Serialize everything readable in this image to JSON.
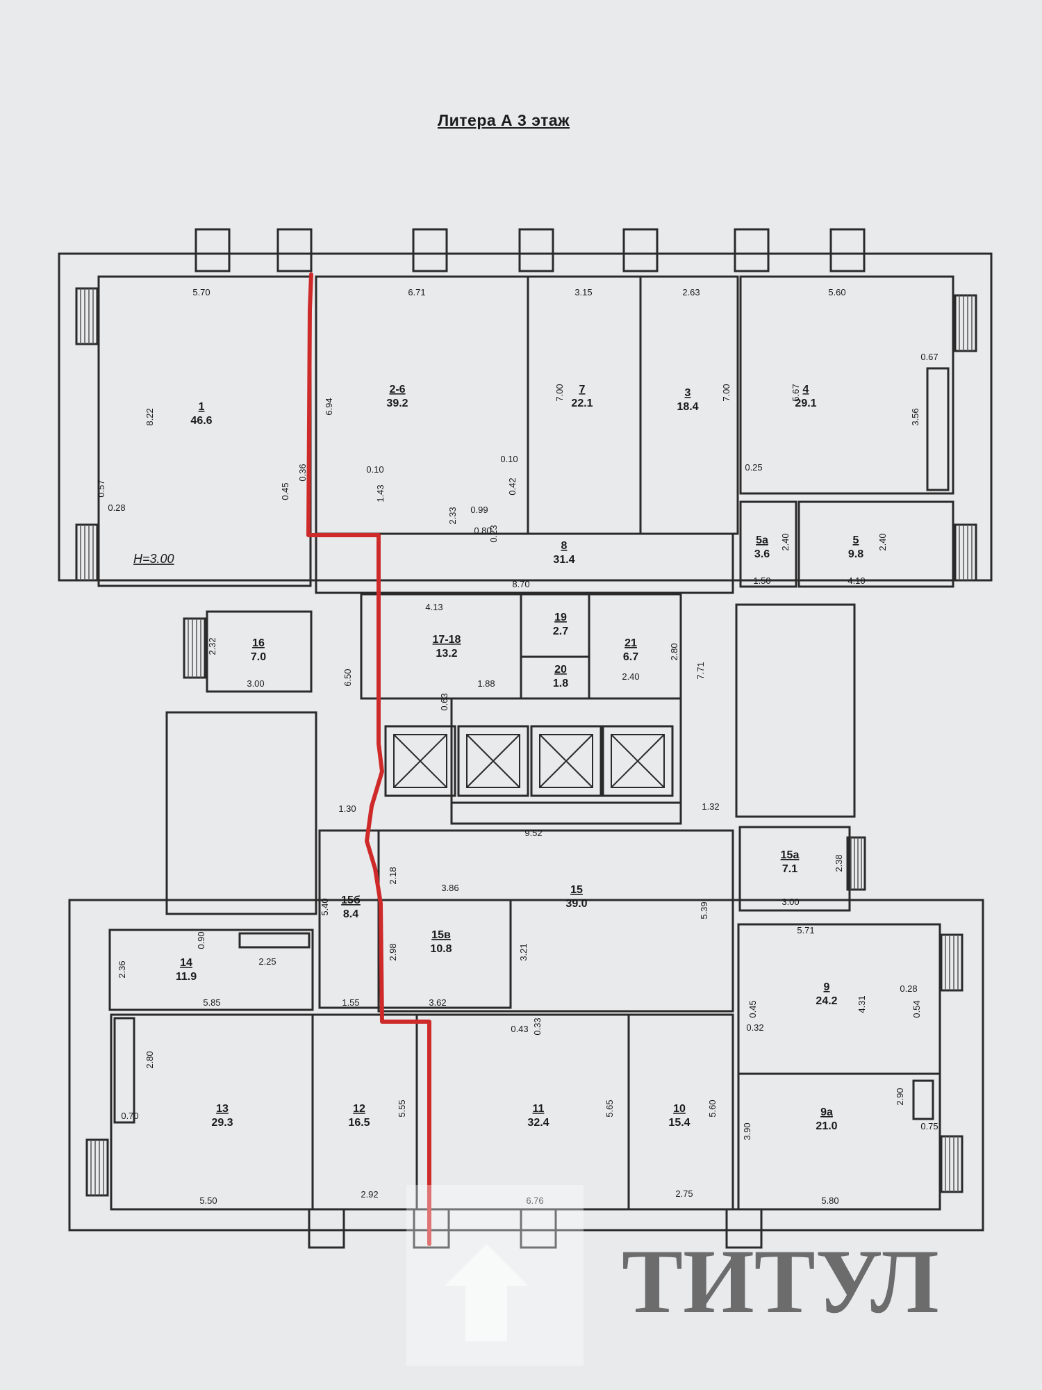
{
  "title": "Литера А 3 этаж",
  "colors": {
    "paper": "#e9eaec",
    "wall": "#2a2a2a",
    "route": "#cf2a2a",
    "watermark": "#ffffff"
  },
  "watermark": {
    "text": "ТИТУЛ",
    "logo": "titul-logo-icon"
  },
  "height_note": "H=3.00",
  "rooms": [
    {
      "id": "r1",
      "num": "1",
      "area": "46.6"
    },
    {
      "id": "r2",
      "num": "2-6",
      "area": "39.2"
    },
    {
      "id": "r7",
      "num": "7",
      "area": "22.1"
    },
    {
      "id": "r3",
      "num": "3",
      "area": "18.4"
    },
    {
      "id": "r4",
      "num": "4",
      "area": "29.1"
    },
    {
      "id": "r5a",
      "num": "5а",
      "area": "3.6"
    },
    {
      "id": "r5",
      "num": "5",
      "area": "9.8"
    },
    {
      "id": "r8",
      "num": "8",
      "area": "31.4"
    },
    {
      "id": "r16",
      "num": "16",
      "area": "7.0"
    },
    {
      "id": "r17",
      "num": "17-18",
      "area": "13.2"
    },
    {
      "id": "r19",
      "num": "19",
      "area": "2.7"
    },
    {
      "id": "r20",
      "num": "20",
      "area": "1.8"
    },
    {
      "id": "r21",
      "num": "21",
      "area": "6.7"
    },
    {
      "id": "r15a",
      "num": "15а",
      "area": "7.1"
    },
    {
      "id": "r15",
      "num": "15",
      "area": "39.0"
    },
    {
      "id": "r15b",
      "num": "15б",
      "area": "8.4"
    },
    {
      "id": "r15v",
      "num": "15в",
      "area": "10.8"
    },
    {
      "id": "r14",
      "num": "14",
      "area": "11.9"
    },
    {
      "id": "r9",
      "num": "9",
      "area": "24.2"
    },
    {
      "id": "r13",
      "num": "13",
      "area": "29.3"
    },
    {
      "id": "r12",
      "num": "12",
      "area": "16.5"
    },
    {
      "id": "r11",
      "num": "11",
      "area": "32.4"
    },
    {
      "id": "r10",
      "num": "10",
      "area": "15.4"
    },
    {
      "id": "r9a",
      "num": "9а",
      "area": "21.0"
    }
  ],
  "dims": [
    "5.70",
    "6.71",
    "3.15",
    "2.63",
    "5.60",
    "8.22",
    "6.94",
    "7.00",
    "7.00",
    "5.67",
    "0.67",
    "3.56",
    "0.57",
    "0.28",
    "0.45",
    "0.36",
    "0.10",
    "1.43",
    "0.10",
    "0.42",
    "0.25",
    "2.33",
    "0.99",
    "0.80",
    "0.23",
    "2.40",
    "2.40",
    "1.50",
    "4.10",
    "8.70",
    "4.13",
    "1.88",
    "0.63",
    "2.80",
    "2.40",
    "7.71",
    "2.32",
    "3.00",
    "6.50",
    "1.30",
    "1.32",
    "9.52",
    "2.18",
    "3.86",
    "5.39",
    "2.38",
    "3.00",
    "5.40",
    "2.98",
    "3.21",
    "5.71",
    "0.45",
    "0.32",
    "4.31",
    "0.28",
    "0.54",
    "2.36",
    "0.90",
    "2.25",
    "5.85",
    "1.55",
    "3.62",
    "0.43",
    "0.33",
    "2.80",
    "0.70",
    "5.55",
    "5.65",
    "5.60",
    "3.90",
    "2.90",
    "0.75",
    "5.50",
    "2.92",
    "6.76",
    "2.75",
    "5.80"
  ]
}
